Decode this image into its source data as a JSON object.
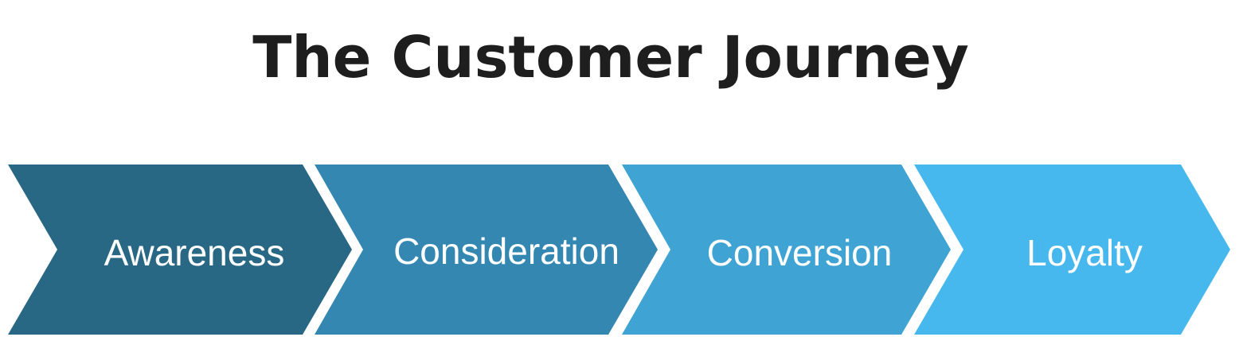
{
  "title": "The Customer Journey",
  "stages": [
    {
      "label": "Awareness",
      "color": "#286884"
    },
    {
      "label": "Consideration",
      "color": "#3387b1"
    },
    {
      "label": "Conversion",
      "color": "#3fa3d4"
    },
    {
      "label": "Loyalty",
      "color": "#47b8ed"
    }
  ]
}
